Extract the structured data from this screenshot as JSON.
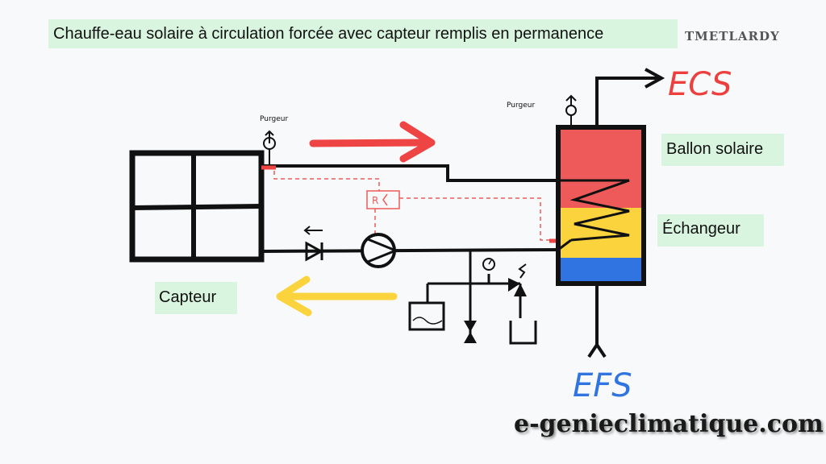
{
  "title": "Chauffe-eau solaire à circulation forcée avec capteur remplis en permanence",
  "watermark_top": "TMETLARDY",
  "watermark_site": "e-genieclimatique.com",
  "labels": {
    "ballon": "Ballon solaire",
    "echangeur": "Échangeur",
    "capteur": "Capteur",
    "ecs": "ECS",
    "efs": "EFS",
    "purgeur_left": "Purgeur",
    "purgeur_right": "Purgeur",
    "regulator": "R"
  },
  "colors": {
    "hot": "#ee5a5a",
    "mid": "#fbd33c",
    "cold": "#2f74e0",
    "label_bg": "#d9f5df",
    "ecs_text": "#ee3f3f",
    "efs_text": "#2f74e0",
    "flow_hot_arrow": "#ee4444",
    "flow_cold_arrow": "#fbd33c"
  }
}
